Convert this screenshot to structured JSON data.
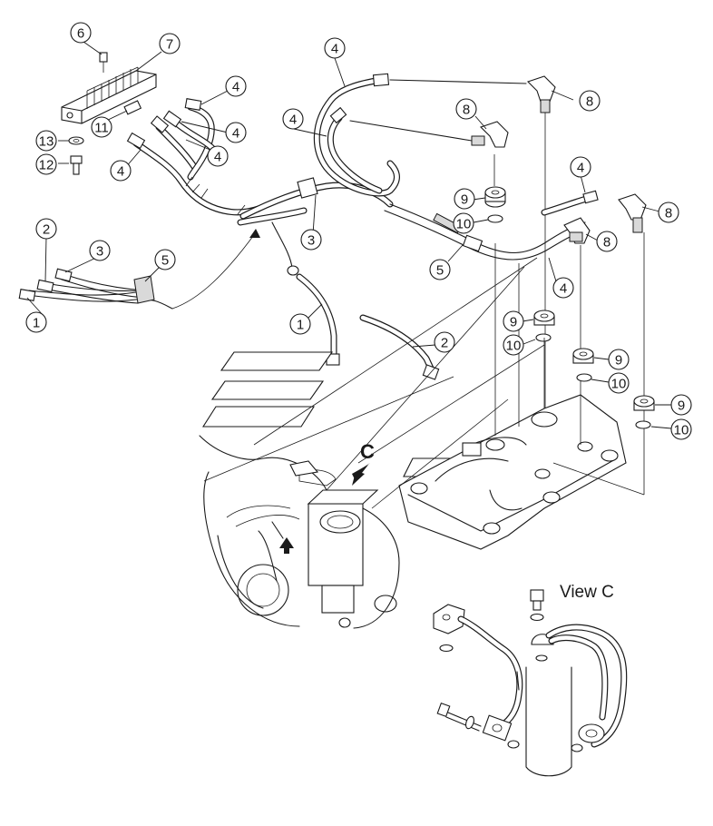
{
  "view_label": "View C",
  "view_marker": "C",
  "callouts": [
    "6",
    "7",
    "4",
    "4",
    "4",
    "4",
    "11",
    "4",
    "13",
    "12",
    "3",
    "2",
    "3",
    "5",
    "1",
    "1",
    "2",
    "4",
    "8",
    "8",
    "9",
    "10",
    "4",
    "5",
    "8",
    "4",
    "8",
    "9",
    "10",
    "9",
    "10",
    "9",
    "10"
  ],
  "colors": {
    "ink": "#1a1a1a",
    "paper": "#ffffff",
    "shade": "#d9d9d9"
  }
}
